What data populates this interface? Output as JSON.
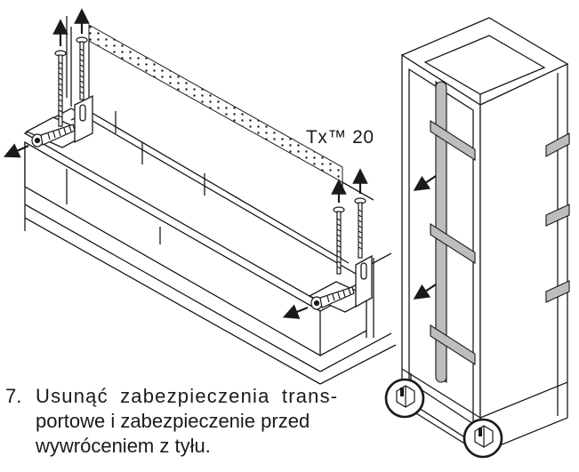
{
  "tool_label": "Tx™ 20",
  "instruction": {
    "number": "7.",
    "lines": [
      "Usunąć zabezpieczenia trans-",
      "portowe i zabezpieczenie przed",
      "wywróceniem z tyłu."
    ]
  },
  "icons": {
    "arrow_out": "arrow-out-icon",
    "arrow_up": "arrow-up-icon",
    "highlight": "highlight-circle-icon"
  },
  "colors": {
    "line": "#1a1a1a",
    "strap": "#bdbdbd",
    "background": "#ffffff"
  }
}
